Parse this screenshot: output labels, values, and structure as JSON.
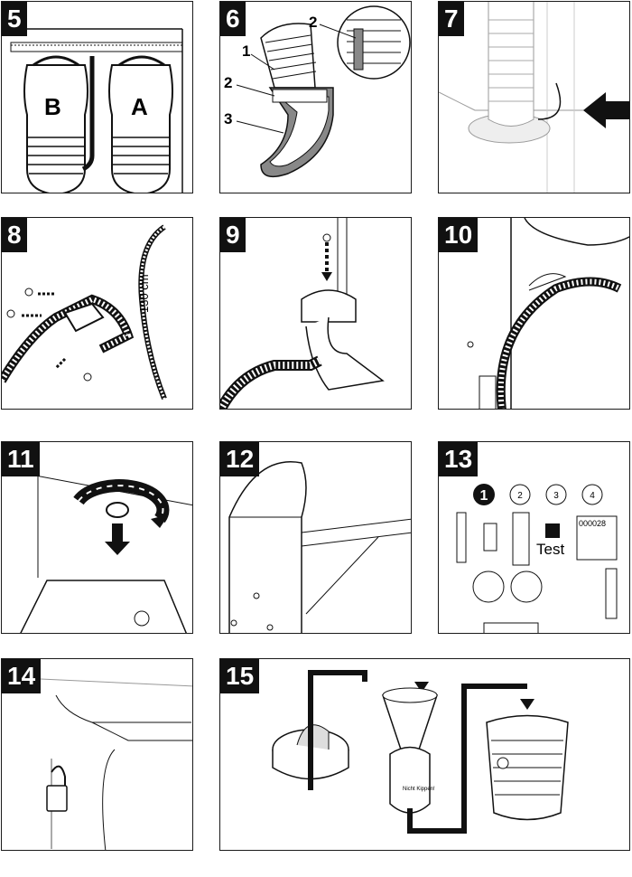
{
  "panels": [
    {
      "number": "5",
      "labels": {
        "b": "B",
        "a": "A"
      }
    },
    {
      "number": "6",
      "labels": {
        "one": "1",
        "two": "2",
        "three": "3",
        "two_detail": "2"
      }
    },
    {
      "number": "7"
    },
    {
      "number": "8",
      "labels": {
        "length": "130 cm"
      }
    },
    {
      "number": "9"
    },
    {
      "number": "10"
    },
    {
      "number": "11"
    },
    {
      "number": "12"
    },
    {
      "number": "13",
      "labels": {
        "k1": "1",
        "k2": "2",
        "k3": "3",
        "k4": "4",
        "counter": "000028",
        "test": "Test"
      }
    },
    {
      "number": "14"
    },
    {
      "number": "15",
      "labels": {
        "bag": "Nicht\nKippen!"
      }
    }
  ],
  "colors": {
    "ink": "#111111",
    "panel_border": "#1a1a1a",
    "background": "#ffffff",
    "shade": "#9a9a9a"
  }
}
